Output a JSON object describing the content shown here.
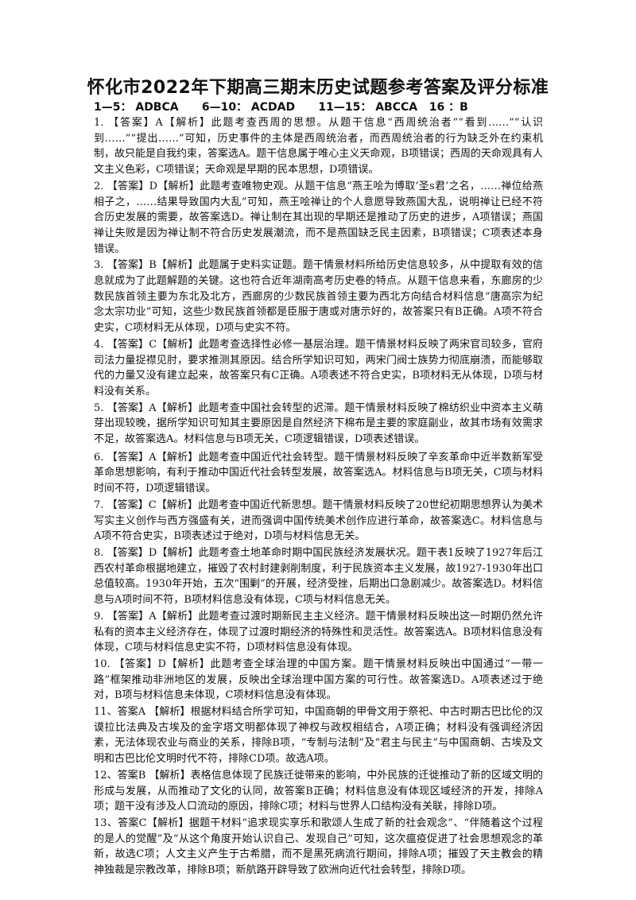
{
  "title": "怀化市2022年下期高三期末历史试题参考答案及评分标准",
  "answer_key": "1—5： ADBCA      6—10： ACDAD      11—15： ABCCA   16 ：B",
  "items": [
    "1. 【答案】A【解析】此题考查西周的思想。从题干信息“西周统治者”“看到……”“认识到……”“提出……”可知，历史事件的主体是西周统治者，而西周统治者的行为缺乏外在约束机制，故只能是自我约束，答案选A。题干信息属于唯心主义天命观，B项错误；西周的天命观具有人文主义色彩，C项错误；天命观是早期的民本思想，D项错误。",
    "2. 【答案】D【解析】此题考查唯物史观。从题干信息“燕王哙为博取‘圣s君’之名，……禅位给燕相子之，……结果导致国内大乱”可知，燕王哙禅让的个人意愿导致燕国大乱，说明禅让已经不符合历史发展的需要，故答案选D。禅让制在其出现的早期还是推动了历史的进步，A项错误；燕国禅让失败是因为禅让制不符合历史发展潮流，而不是燕国缺乏民主因素，B项错误；C项表述本身错误。",
    "3. 【答案】B【解析】此题属于史料实证题。题干情景材料所给历史信息较多，从中提取有效的信息就成为了此题解题的关键。这也符合近年湖南高考历史卷的特点。从题干信息来看，东廊房的少数民族首领主要为东北及北方，西廊房的少数民族首领主要为西北方向结合材料信息“唐高宗为纪念太宗功业”可知，这些少数民族首领都是臣服于唐或对唐示好的，故答案只有B正确。A项不符合史实，C项材料无从体现，D项与史实不符。",
    "4. 【答案】C【解析】此题考查选择性必修一基层治理。题干情景材料反映了两宋官司较多，官府司法力量捉襟见肘，要求推测其原因。结合所学知识可知，两宋门阀士族势力彻底崩溃，而能够取代的力量又没有建立起来，故答案只有C正确。A项表述不符合史实，B项材料无从体现，D项与材料没有关系。",
    "5. 【答案】A【解析】此题考查中国社会转型的迟滞。题干情景材料反映了棉纺织业中资本主义萌芽出现较晚，据所学知识可知其主要原因是自然经济下棉布是主要的家庭副业，故其市场有效需求不足，故答案选A。材料信息与B项无关，C项逻辑错误，D项表述错误。",
    "6. 【答案】A【解析】此题考查中国近代社会转型。题干情景材料反映了辛亥革命中近半数新军受革命思想影响，有利于推动中国近代社会转型发展，故答案选A。材料信息与B项无关，C项与材料时间不符，D项逻辑错误。",
    "7. 【答案】C【解析】此题考查中国近代新思想。题干情景材料反映了20世纪初期思想界认为美术写实主义创作与西方强盛有关，进而强调中国传统美术创作应进行革命，故答案选C。材料信息与A项不符合史实，B项表述过于绝对，D项与材料信息无关。",
    "8. 【答案】D【解析】此题考查土地革命时期中国民族经济发展状况。题干表1反映了1927年后江西农村革命根据地建立，摧毁了农村封建剥削制度，利于民族资本主义发展，故1927-1930年出口总值较高。1930年开始，五次“围剿”的开展，经济受挫，后期出口急剧减少。故答案选D。材料信息与A项时间不符，B项材料信息没有体现，C项与材料信息无关。",
    "9. 【答案】A【解析】此题考查过渡时期新民主主义经济。题干情景材料反映出这一时期仍然允许私有的资本主义经济存在，体现了过渡时期经济的特殊性和灵活性。故答案选A。B项材料信息没有体现，C项与材料信息史实不符，D项材料信息没有体现。",
    "10. 【答案】D【解析】此题考查全球治理的中国方案。题干情景材料反映出中国通过“一带一路”框架推动非洲地区的发展，反映出全球治理中国方案的可行性。故答案选D。A项表述过于绝对，B项与材料信息未体现，C项材料信息没有体现。",
    "11、答案A 【解析】根据材料结合所学可知，中国商朝的甲骨文用于祭祀、中古时期古巴比伦的汉谟拉比法典及古埃及的金字塔文明都体现了神权与政权相结合，A项正确；材料没有强调经济因素，无法体现农业与商业的关系，排除B项，“专制与法制”及“君主与民主”与中国商朝、古埃及文明和古巴比伦文明时代不符，排除CD项。故选A项。",
    "12、答案B 【解析】表格信息体现了民族迁徙带来的影响，中外民族的迁徙推动了新的区域文明的形成与发展，从而推动了文化的认同，故答案B正确；材料信息没有体现区域经济的开发，排除A项；题干没有涉及人口流动的原因，排除C项；材料与世界人口结构没有关联，排除D项。",
    "13、答案C【解析】据题干材料“追求现实享乐和歌颂人生成了新的社会观念”、“伴随着这个过程的是人的觉醒”及“从这个角度开始认识自己、发现自己”可知，这次瘟疫促进了社会思想观念的革新，故选C项；人文主义产生于古希腊，而不是黑死病流行期间，排除A项；摧毁了天主教会的精神独裁是宗教改革，排除B项；新航路开辟导致了欧洲向近代社会转型，排除D项。"
  ]
}
